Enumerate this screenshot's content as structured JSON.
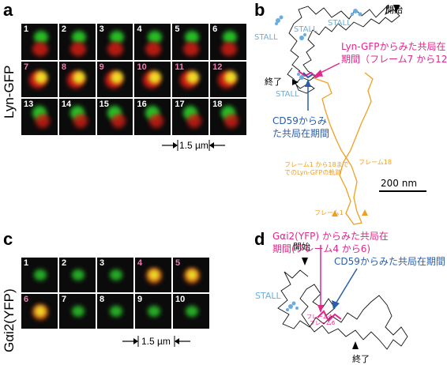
{
  "panels": {
    "a": {
      "label": "a",
      "side_label": "Lyn-GFP",
      "scale_label": "1.5 µm",
      "frames": [
        "1",
        "2",
        "3",
        "4",
        "5",
        "6",
        "7",
        "8",
        "9",
        "10",
        "11",
        "12",
        "13",
        "14",
        "15",
        "16",
        "17",
        "18"
      ],
      "highlighted": [
        "7",
        "8",
        "9",
        "10",
        "11",
        "12"
      ]
    },
    "b": {
      "label": "b",
      "start": "開始",
      "end": "終了",
      "stall": "STALL",
      "lyn_coloc": "Lyn-GFPからみた共局在\n期間（フレーム7 から12）",
      "cd59_coloc": "CD59からみ\nた共局在期間",
      "trajectory_label": "フレーム1 から18まで\nでのLyn-GFPの軌跡",
      "frame18": "フレーム18",
      "frame1": "フレーム1",
      "scale_label": "200 nm"
    },
    "c": {
      "label": "c",
      "side_label": "Gαi2(YFP)",
      "scale_label": "1.5 µm",
      "frames": [
        "1",
        "2",
        "3",
        "4",
        "5",
        "6",
        "7",
        "8",
        "9",
        "10"
      ],
      "highlighted": [
        "4",
        "5",
        "6"
      ]
    },
    "d": {
      "label": "d",
      "start": "開始",
      "end": "終了",
      "stall": "STALL",
      "gai_coloc": "Gαi2(YFP) からみた共局在\n期間(フレーム4 から6)",
      "cd59_coloc": "CD59からみた共局在期間",
      "frame6": "フレーム6",
      "frame4": "フレーム4"
    }
  },
  "colors": {
    "pink": "#e0288a",
    "blue": "#2a5fa8",
    "lightblue": "#6aaee0",
    "orange": "#f0a020"
  }
}
